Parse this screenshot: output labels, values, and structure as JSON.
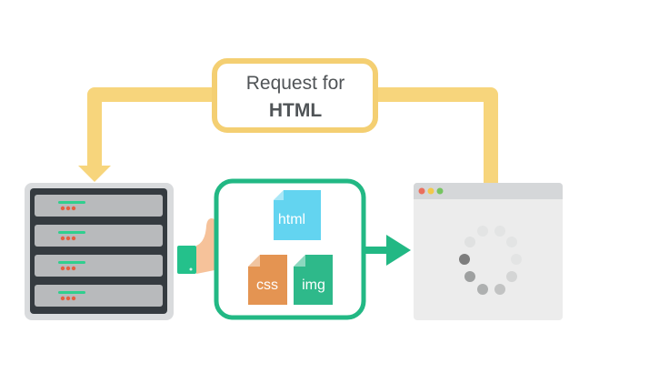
{
  "request": {
    "line1": "Request for",
    "line2": "HTML"
  },
  "files": {
    "html": "html",
    "css": "css",
    "img": "img"
  },
  "colors": {
    "request_path": "#f7d57c",
    "request_border": "#f4cf72",
    "request_text": "#505457",
    "response_green": "#22b884",
    "server_frame": "#d9dbdd",
    "server_body": "#353b40",
    "rack_unit": "#b8babc",
    "rack_light_green": "#2fcf8e",
    "rack_light_red": "#e65f3f",
    "skin": "#f6c29a",
    "cuff": "#24c18b",
    "html_doc": "#63d4f0",
    "css_doc": "#e49452",
    "img_doc": "#2eb98a",
    "browser_bg": "#ececec",
    "browser_bar": "#d5d7d9",
    "dot_red": "#ea6f5d",
    "dot_yellow": "#f2c84b",
    "dot_green": "#75c460",
    "spinner_light": "#e3e4e4",
    "spinner_dark": "#707070"
  },
  "icons": {
    "server": "server-rack-icon",
    "hand": "hand-icon",
    "browser": "browser-window-icon",
    "spinner": "loading-spinner-icon",
    "arrow": "arrow-right-icon"
  }
}
